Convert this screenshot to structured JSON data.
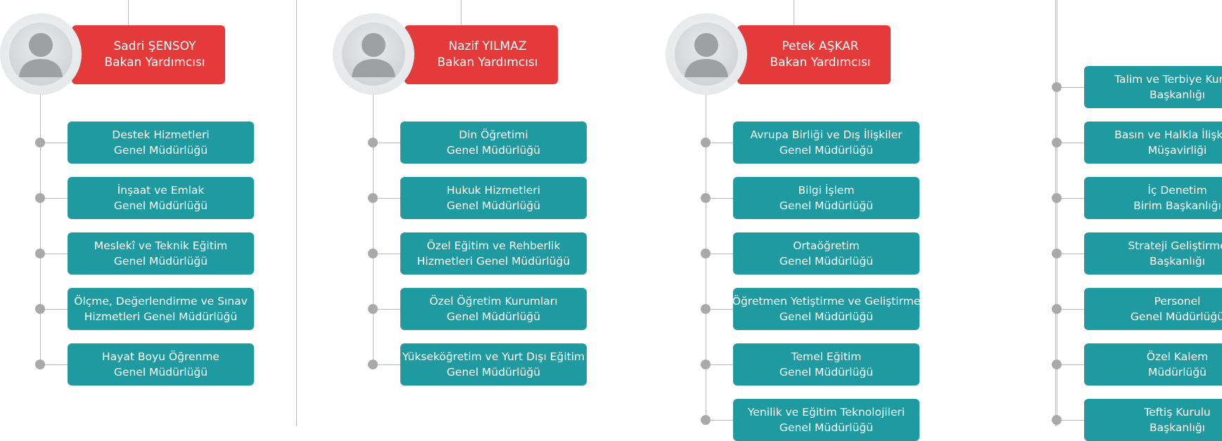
{
  "columns": [
    {
      "leader": {
        "name": "Sadri ŞENSOY",
        "title": "Bakan Yardımcısı"
      },
      "units": [
        [
          "Destek Hizmetleri",
          "Genel Müdürlüğü"
        ],
        [
          "İnşaat ve Emlak",
          "Genel Müdürlüğü"
        ],
        [
          "Meslekî ve Teknik Eğitim",
          "Genel Müdürlüğü"
        ],
        [
          "Ölçme, Değerlendirme ve Sınav",
          "Hizmetleri Genel Müdürlüğü"
        ],
        [
          "Hayat Boyu Öğrenme",
          "Genel Müdürlüğü"
        ]
      ]
    },
    {
      "leader": {
        "name": "Nazif YILMAZ",
        "title": "Bakan Yardımcısı"
      },
      "units": [
        [
          "Din Öğretimi",
          "Genel Müdürlüğü"
        ],
        [
          "Hukuk Hizmetleri",
          "Genel Müdürlüğü"
        ],
        [
          "Özel Eğitim ve Rehberlik",
          "Hizmetleri Genel Müdürlüğü"
        ],
        [
          "Özel Öğretim Kurumları",
          "Genel Müdürlüğü"
        ],
        [
          "Yükseköğretim ve Yurt Dışı Eğitim",
          "Genel Müdürlüğü"
        ]
      ]
    },
    {
      "leader": {
        "name": "Petek AŞKAR",
        "title": "Bakan Yardımcısı"
      },
      "units": [
        [
          "Avrupa Birliği ve Dış İlişkiler",
          "Genel Müdürlüğü"
        ],
        [
          "Bilgi İşlem",
          "Genel Müdürlüğü"
        ],
        [
          "Ortaöğretim",
          "Genel Müdürlüğü"
        ],
        [
          "Öğretmen Yetiştirme ve Geliştirme",
          "Genel Müdürlüğü"
        ],
        [
          "Temel Eğitim",
          "Genel Müdürlüğü"
        ],
        [
          "Yenilik ve Eğitim Teknolojileri",
          "Genel Müdürlüğü"
        ]
      ]
    }
  ],
  "right_column": {
    "units": [
      [
        "Talim ve Terbiye Kurulu",
        "Başkanlığı"
      ],
      [
        "Basın ve Halkla İlişkiler",
        "Müşavirliği"
      ],
      [
        "İç Denetim",
        "Birim Başkanlığı"
      ],
      [
        "Strateji Geliştirme",
        "Başkanlığı"
      ],
      [
        "Personel",
        "Genel Müdürlüğü"
      ],
      [
        "Özel Kalem",
        "Müdürlüğü"
      ],
      [
        "Teftiş Kurulu",
        "Başkanlığı"
      ]
    ]
  },
  "colors": {
    "leader": "#e53a3a",
    "unit": "#1e9aa0",
    "connector": "#b9b9b9",
    "dot": "#a9a9a9"
  },
  "icons": {
    "avatar": "person-silhouette-icon"
  }
}
